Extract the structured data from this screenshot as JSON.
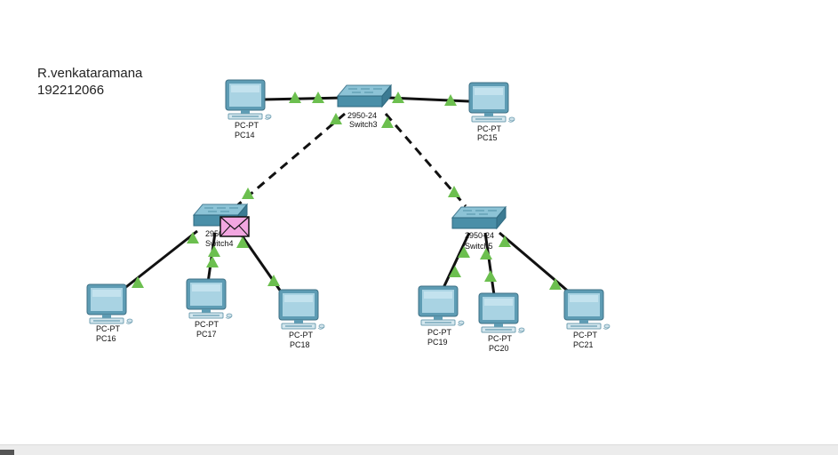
{
  "annotation": {
    "name": "R.venkataramana",
    "id": "192212066"
  },
  "switches": {
    "switch3": {
      "model": "2950-24",
      "name": "Switch3"
    },
    "switch4": {
      "model": "2950-24",
      "name": "Switch4"
    },
    "switch5": {
      "model": "2950-24",
      "name": "Switch5"
    }
  },
  "pcs": {
    "pc14": {
      "type": "PC-PT",
      "name": "PC14"
    },
    "pc15": {
      "type": "PC-PT",
      "name": "PC15"
    },
    "pc16": {
      "type": "PC-PT",
      "name": "PC16"
    },
    "pc17": {
      "type": "PC-PT",
      "name": "PC17"
    },
    "pc18": {
      "type": "PC-PT",
      "name": "PC18"
    },
    "pc19": {
      "type": "PC-PT",
      "name": "PC19"
    },
    "pc20": {
      "type": "PC-PT",
      "name": "PC20"
    },
    "pc21": {
      "type": "PC-PT",
      "name": "PC21"
    }
  },
  "colors": {
    "link": "#111111",
    "link_status_up": "#6cbf4f",
    "switch_body": "#4a8fa8",
    "switch_top": "#8cc3d6",
    "pc_screen": "#a9d3e3",
    "pc_body": "#5e9cb4",
    "pdu_envelope": "#f2a6e0"
  },
  "pdu": {
    "icon": "envelope-icon"
  }
}
